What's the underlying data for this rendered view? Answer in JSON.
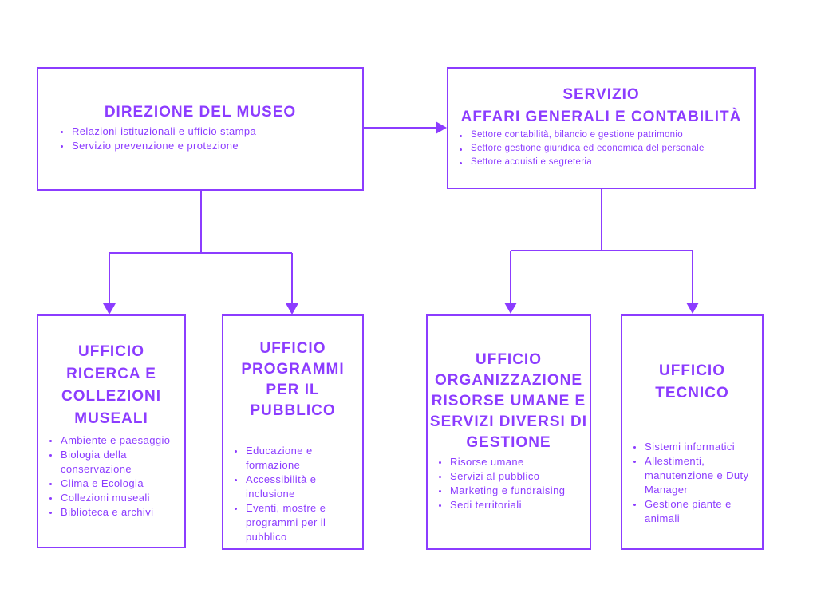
{
  "accent_color": "#8c3cff",
  "boxes": {
    "direzione": {
      "title": [
        "DIREZIONE DEL MUSEO"
      ],
      "items": [
        "Relazioni istituzionali e ufficio stampa",
        "Servizio prevenzione e protezione"
      ]
    },
    "servizio": {
      "title": [
        "SERVIZIO",
        "AFFARI GENERALI E CONTABILITÀ"
      ],
      "items": [
        "Settore contabilità, bilancio e gestione patrimonio",
        "Settore gestione giuridica ed economica del personale",
        "Settore acquisti e segreteria"
      ]
    },
    "ricerca": {
      "title": [
        "UFFICIO",
        "RICERCA E",
        "COLLEZIONI",
        "MUSEALI"
      ],
      "items": [
        "Ambiente e paesaggio",
        "Biologia della conservazione",
        "Clima e Ecologia",
        "Collezioni museali",
        "Biblioteca e archivi"
      ]
    },
    "programmi": {
      "title": [
        "UFFICIO",
        "PROGRAMMI",
        "PER IL",
        "PUBBLICO"
      ],
      "items": [
        "Educazione e formazione",
        "Accessibilità e inclusione",
        "Eventi, mostre e programmi per il pubblico"
      ]
    },
    "organizzazione": {
      "title": [
        "UFFICIO",
        "ORGANIZZAZIONE",
        "RISORSE UMANE E",
        "SERVIZI DIVERSI DI",
        "GESTIONE"
      ],
      "items": [
        "Risorse umane",
        "Servizi al pubblico",
        "Marketing e fundraising",
        "Sedi territoriali"
      ]
    },
    "tecnico": {
      "title": [
        "UFFICIO",
        "TECNICO"
      ],
      "items": [
        "Sistemi informatici",
        "Allestimenti, manutenzione e Duty Manager",
        "Gestione piante e animali"
      ]
    }
  }
}
